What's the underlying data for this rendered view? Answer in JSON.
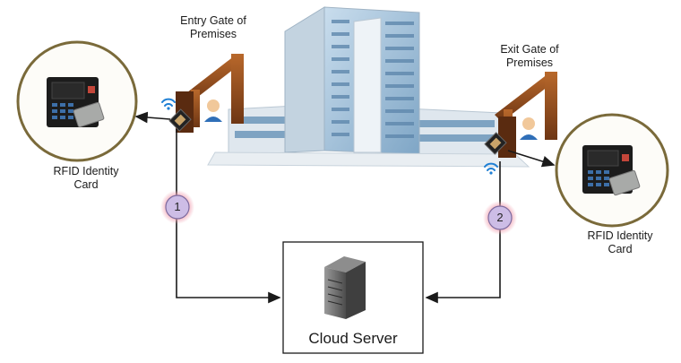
{
  "labels": {
    "entry_gate": [
      "Entry  Gate of",
      "Premises"
    ],
    "exit_gate": [
      "Exit Gate of",
      "Premises"
    ],
    "rfid_left": [
      "RFID Identity",
      "Card"
    ],
    "rfid_right": [
      "RFID Identity",
      "Card"
    ],
    "cloud_server": "Cloud Server"
  },
  "steps": [
    "1",
    "2"
  ],
  "colors": {
    "line": "#1a1a1a",
    "circle_ring": "#7a6a3a",
    "step_fill": "#cdbde6",
    "step_glow": "#f1a4b4",
    "barrier": "#8a4a1e",
    "building_glass": "#8fb3cf",
    "building_wall": "#e6edf3",
    "server_body": "#6b6b6b"
  },
  "icons": [
    "rfid-reader-icon",
    "wifi-icon",
    "person-icon",
    "server-icon",
    "office-building-icon"
  ]
}
